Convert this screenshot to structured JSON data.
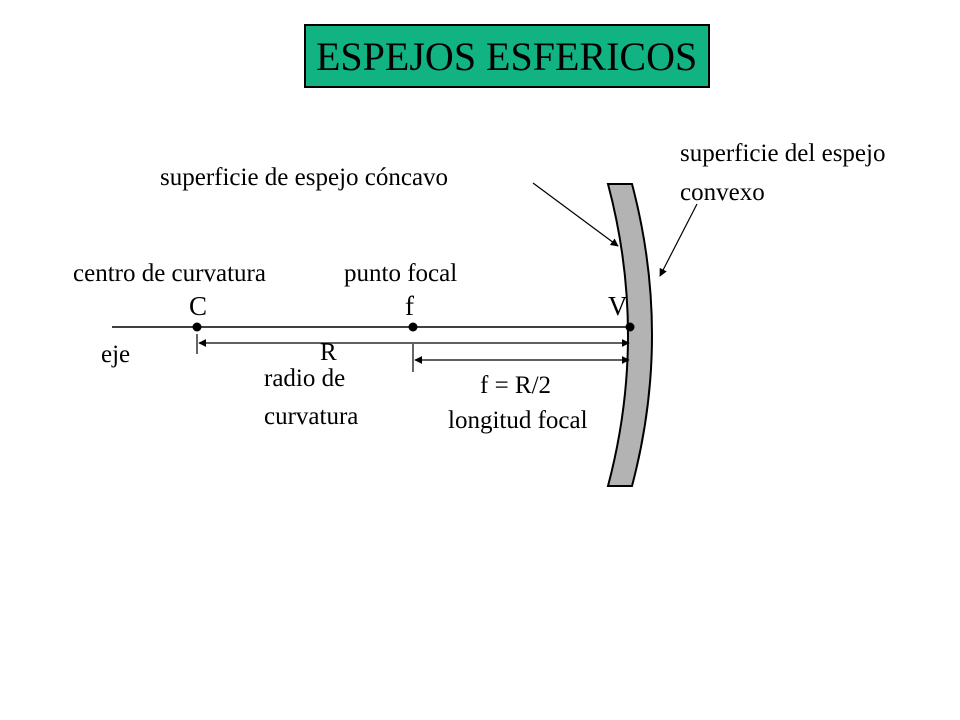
{
  "title": "ESPEJOS ESFERICOS",
  "labels": {
    "concave_surface": "superficie de espejo cóncavo",
    "convex_surface_line1": "superficie del espejo",
    "convex_surface_line2": "convexo",
    "center_of_curvature": "centro de curvatura",
    "focal_point": "punto focal",
    "point_c": "C",
    "point_f": "f",
    "point_v": "V",
    "axis": "eje",
    "radius_symbol": "R",
    "radius_line1": "radio de",
    "radius_line2": "curvatura",
    "focal_formula": "f = R/2",
    "focal_length": "longitud focal"
  },
  "colors": {
    "title_background": "#12b383",
    "mirror_fill": "#b3b3b3",
    "ink": "#000000"
  }
}
